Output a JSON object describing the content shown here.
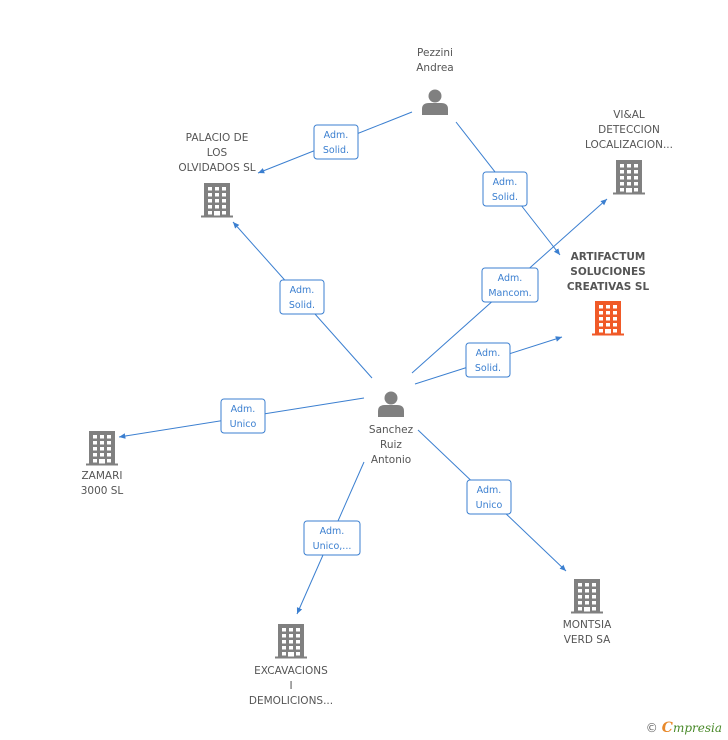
{
  "nodes": [
    {
      "id": "pezzini",
      "type": "person",
      "label": [
        "Pezzini",
        "Andrea"
      ]
    },
    {
      "id": "sanchez",
      "type": "person",
      "label": [
        "Sanchez",
        "Ruiz",
        "Antonio"
      ]
    },
    {
      "id": "palacio",
      "type": "company",
      "label": [
        "PALACIO DE",
        "LOS",
        "OLVIDADOS  SL"
      ]
    },
    {
      "id": "vial",
      "type": "company",
      "label": [
        "VI&AL",
        "DETECCION",
        "LOCALIZACION..."
      ]
    },
    {
      "id": "artifactum",
      "type": "company",
      "main": true,
      "label": [
        "ARTIFACTUM",
        "SOLUCIONES",
        "CREATIVAS SL"
      ]
    },
    {
      "id": "zamari",
      "type": "company",
      "label": [
        "ZAMARI",
        "3000 SL"
      ]
    },
    {
      "id": "excavacions",
      "type": "company",
      "label": [
        "EXCAVACIONS",
        "I",
        "DEMOLICIONS..."
      ]
    },
    {
      "id": "montsia",
      "type": "company",
      "label": [
        "MONTSIA",
        "VERD SA"
      ]
    }
  ],
  "edges": [
    {
      "from": "pezzini",
      "to": "palacio",
      "label": [
        "Adm.",
        "Solid."
      ]
    },
    {
      "from": "pezzini",
      "to": "artifactum",
      "label": [
        "Adm.",
        "Solid."
      ]
    },
    {
      "from": "sanchez",
      "to": "palacio",
      "label": [
        "Adm.",
        "Solid."
      ]
    },
    {
      "from": "sanchez",
      "to": "vial",
      "label": [
        "Adm.",
        "Mancom."
      ]
    },
    {
      "from": "sanchez",
      "to": "artifactum",
      "label": [
        "Adm.",
        "Solid."
      ]
    },
    {
      "from": "sanchez",
      "to": "zamari",
      "label": [
        "Adm.",
        "Unico"
      ]
    },
    {
      "from": "sanchez",
      "to": "excavacions",
      "label": [
        "Adm.",
        "Unico,..."
      ]
    },
    {
      "from": "sanchez",
      "to": "montsia",
      "label": [
        "Adm.",
        "Unico"
      ]
    }
  ],
  "colors": {
    "edge": "#3b7fd0",
    "node": "#808080",
    "main_node": "#f05a28",
    "text": "#555555"
  },
  "footer": {
    "copyright": "©",
    "brand_initial": "C",
    "brand_rest": "mpresia"
  }
}
